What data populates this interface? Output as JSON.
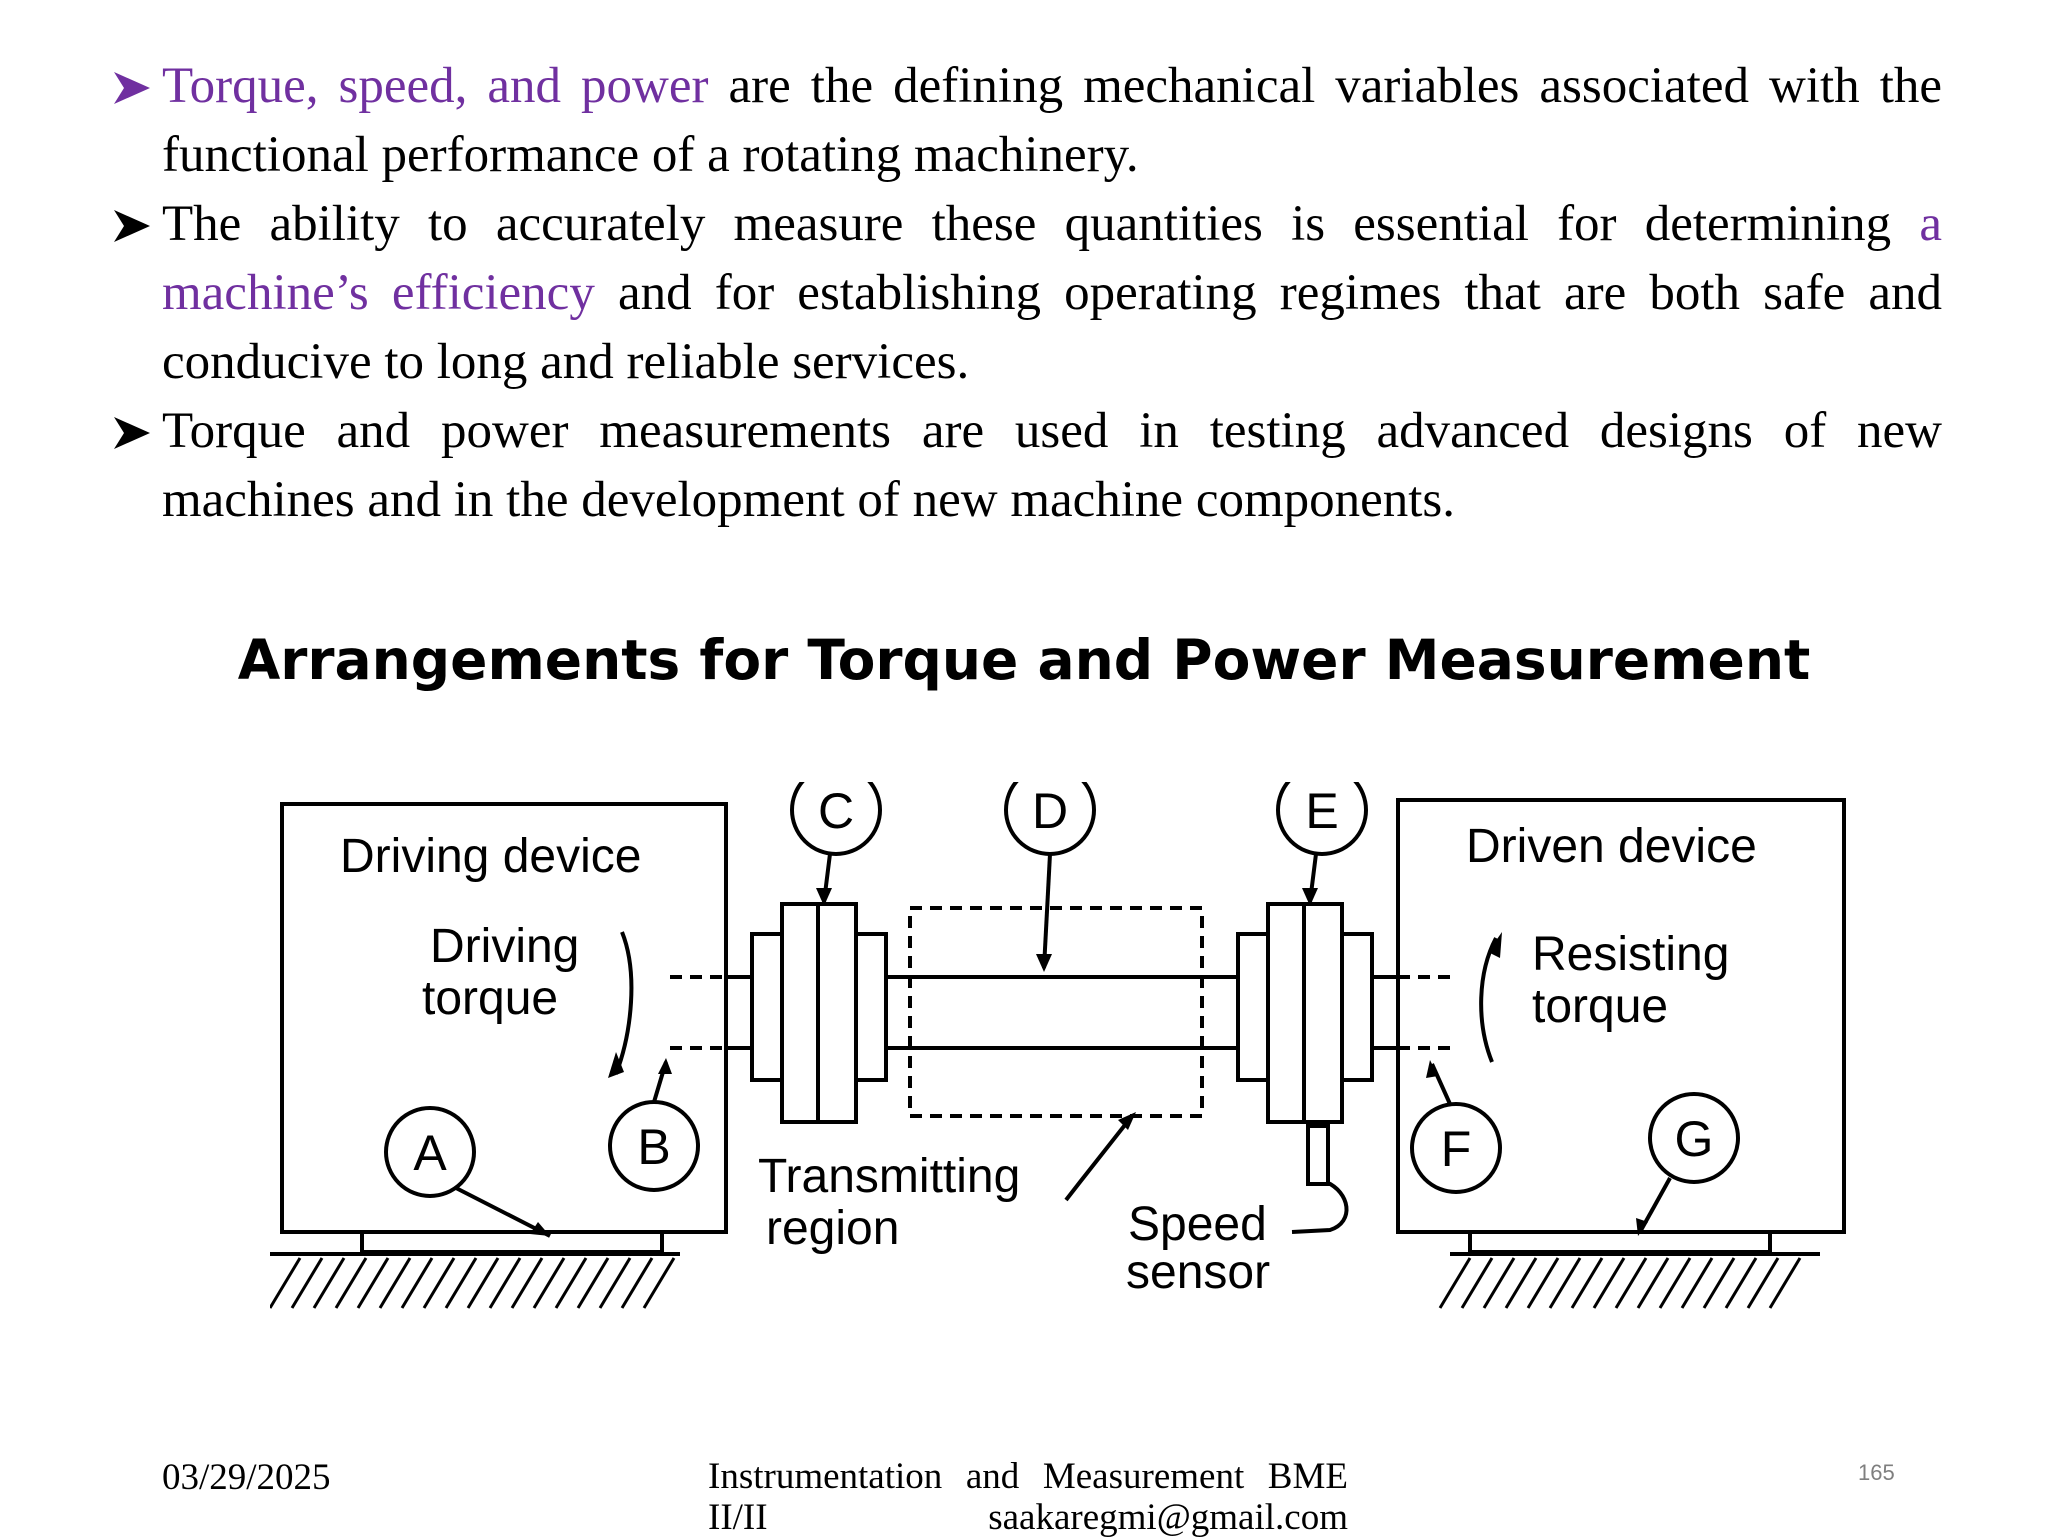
{
  "bullets": [
    {
      "highlight": "Torque, speed, and power",
      "text": " are the defining mechanical variables associated with the functional performance of a rotating machinery."
    },
    {
      "pre": " The ability to accurately measure these quantities is essential for determining ",
      "highlight": "a machine’s efficiency",
      "post": " and for establishing operating regimes that are both safe and conducive to long and reliable services."
    },
    {
      "text": " Torque and power measurements are used in testing advanced designs of new machines and in the development of new machine components."
    }
  ],
  "title": "Arrangements for Torque and Power Measurement",
  "diagram": {
    "driving_device": "Driving device",
    "driving_torque_line1": "Driving",
    "driving_torque_line2": "torque",
    "driven_device": "Driven device",
    "resisting_torque_line1": "Resisting",
    "resisting_torque_line2": "torque",
    "transmitting_line1": "Transmitting",
    "transmitting_line2": "region",
    "speed_sensor_line1": "Speed",
    "speed_sensor_line2": "sensor",
    "labels": {
      "a": "A",
      "b": "B",
      "c": "C",
      "d": "D",
      "e": "E",
      "f": "F",
      "g": "G"
    }
  },
  "footer": {
    "date": "03/29/2025",
    "course_line1": "Instrumentation and Measurement BME",
    "course_line2": "II/II saakaregmi@gmail.com",
    "page_number": "165"
  },
  "colors": {
    "highlight": "#7030a0",
    "text": "#000000",
    "page_number": "#7f7f7f"
  }
}
